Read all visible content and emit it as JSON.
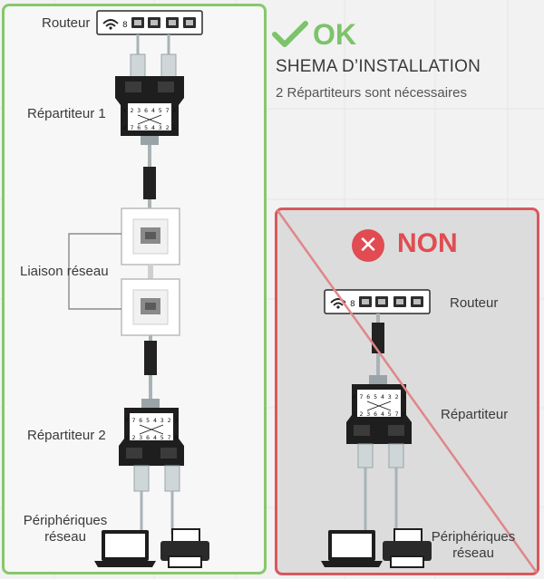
{
  "ok_panel": {
    "status": "OK",
    "title": "SHEMA D’INSTALLATION",
    "subtitle": "2 Répartiteurs sont nécessaires",
    "router_label": "Routeur",
    "splitter1_label": "Répartiteur 1",
    "network_link_label": "Liaison réseau",
    "splitter2_label": "Répartiteur 2",
    "peripherals_label_line1": "Périphériques",
    "peripherals_label_line2": "réseau",
    "splitter1_pins_top": "1 2 3 6 4 5 7 8",
    "splitter1_pins_bottom": "8 7 6 5 4 3 2 1",
    "splitter2_pins_top": "8 7 6 5 4 3 2 1",
    "splitter2_pins_bottom": "1 2 3 6 4 5 7 8"
  },
  "non_panel": {
    "status": "NON",
    "router_label": "Routeur",
    "splitter_label": "Répartiteur",
    "peripherals_label_line1": "Périphériques",
    "peripherals_label_line2": "réseau",
    "splitter_pins_top": "8 7 6 5 4 3 2 1",
    "splitter_pins_bottom": "1 2 3 6 4 5 7 8"
  },
  "colors": {
    "ok_green": "#7cc36a",
    "non_red": "#e04c52",
    "device_dark": "#1e1e1e",
    "cable_gray": "#a9b3b7"
  },
  "icons": [
    "check-icon",
    "cross-icon",
    "wifi-icon",
    "ethernet-port-icon",
    "laptop-icon",
    "printer-icon",
    "wall-socket-icon"
  ]
}
